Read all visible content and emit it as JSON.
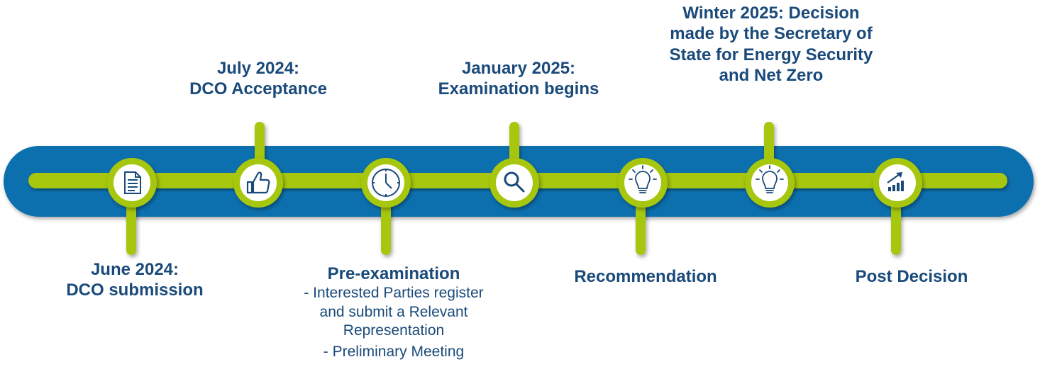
{
  "colors": {
    "band": "#0b6fae",
    "green": "#a6c70a",
    "node_fill": "#ffffff",
    "icon": "#1a4a7a",
    "text": "#1a4a7a"
  },
  "milestones": [
    {
      "title_line1": "July 2024:",
      "title_line2": "DCO Acceptance",
      "icon": "thumbs-up-icon"
    },
    {
      "title_line1": "January 2025:",
      "title_line2": "Examination begins",
      "icon": "magnifier-icon"
    },
    {
      "title_line1": "Winter 2025: Decision",
      "title_line2": "made by the Secretary of",
      "title_line3": "State for Energy Security",
      "title_line4": "and Net Zero",
      "icon": "lightbulb-icon"
    }
  ],
  "bottom": [
    {
      "title_line1": "June 2024:",
      "title_line2": "DCO submission",
      "icon": "document-icon"
    },
    {
      "title": "Pre-examination",
      "detail_line1": "- Interested Parties register",
      "detail_line2": "and submit a Relevant",
      "detail_line3": "Representation",
      "detail_line4": "- Preliminary Meeting",
      "icon": "clock-icon"
    },
    {
      "title": "Recommendation",
      "icon": "lightbulb-icon"
    },
    {
      "title": "Post Decision",
      "icon": "growth-chart-icon"
    }
  ]
}
